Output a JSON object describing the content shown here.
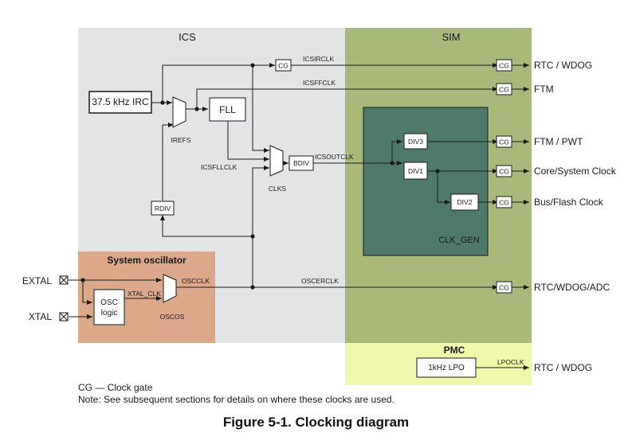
{
  "regions": {
    "ics": "ICS",
    "sim": "SIM",
    "system_oscillator": "System oscillator",
    "pmc": "PMC",
    "clk_gen": "CLK_GEN"
  },
  "blocks": {
    "irc": "37.5 kHz IRC",
    "fll": "FLL",
    "bdiv": "BDIV",
    "rdiv": "RDIV",
    "div3": "DIV3",
    "div1": "DIV1",
    "div2": "DIV2",
    "osc_logic_line1": "OSC",
    "osc_logic_line2": "logic",
    "lpo": "1kHz LPO",
    "clock_gate": "CG"
  },
  "mux_labels": {
    "irefs": "IREFS",
    "clks": "CLKS",
    "oscos": "OSCOS"
  },
  "signals": {
    "icsirclk": "ICSIRCLK",
    "icsffclk": "ICSFFCLK",
    "icsoutclk": "ICSOUTCLK",
    "icsfllclk": "ICSFLLCLK",
    "oscclk": "OSCCLK",
    "xtal_clk": "XTAL_CLK",
    "oscerclk": "OSCERCLK",
    "lpoclk": "LPOCLK"
  },
  "pins": {
    "extal": "EXTAL",
    "xtal": "XTAL"
  },
  "outputs": {
    "rtc_wdog_1": "RTC / WDOG",
    "ftm": "FTM",
    "ftm_pwt": "FTM / PWT",
    "core_system": "Core/System Clock",
    "bus_flash": "Bus/Flash Clock",
    "rtc_wdog_adc": "RTC/WDOG/ADC",
    "rtc_wdog_2": "RTC / WDOG"
  },
  "colors": {
    "ics_bg": "#e3e4e6",
    "sim_bg": "#a8b97a",
    "clk_gen_bg": "#4e7a69",
    "osc_bg": "#dba98a",
    "pmc_bg": "#eef7ab",
    "line": "#1a1a1a",
    "block_fill": "#ffffff"
  },
  "footnote": {
    "legend": "CG — Clock gate",
    "note": "Note: See subsequent sections for details on where these clocks are used."
  },
  "caption": "Figure 5-1. Clocking diagram"
}
